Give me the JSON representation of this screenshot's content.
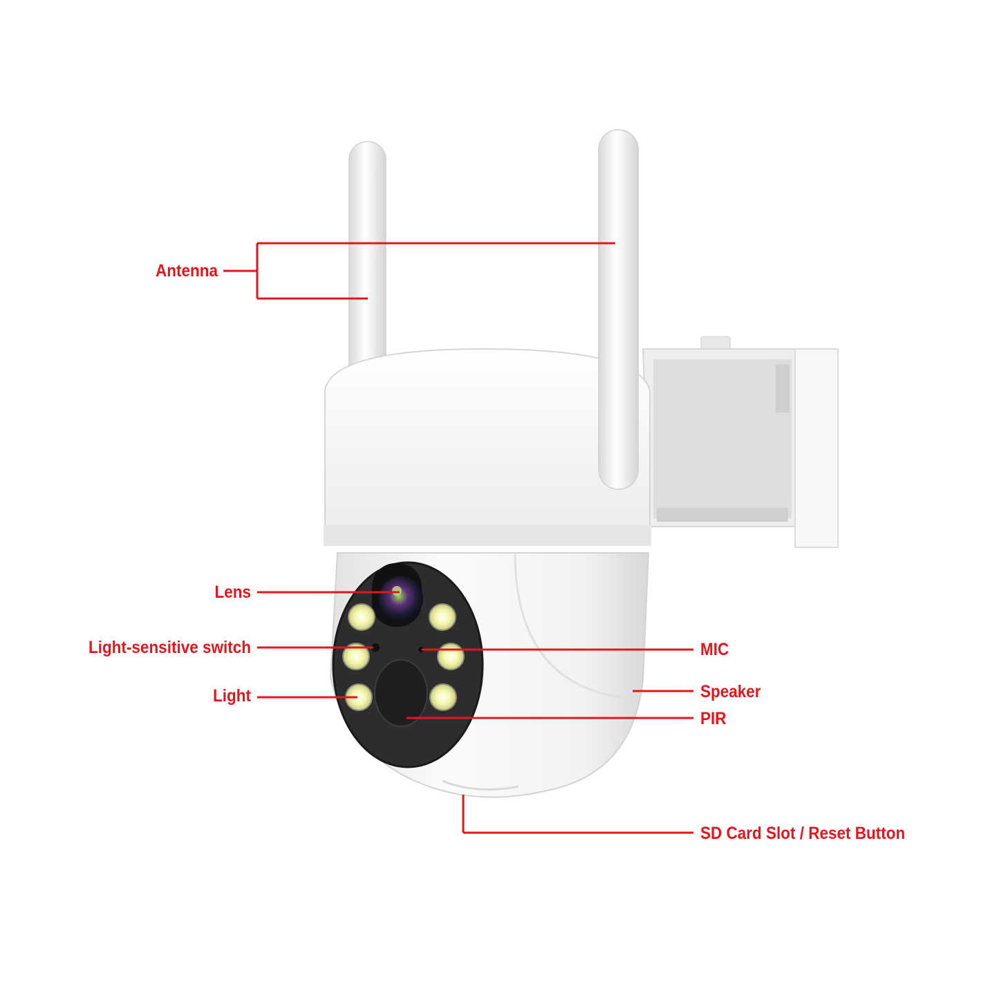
{
  "labels": {
    "antenna": "Antenna",
    "lens": "Lens",
    "light_sensitive_switch": "Light-sensitive switch",
    "light": "Light",
    "mic": "MIC",
    "speaker": "Speaker",
    "pir": "PIR",
    "sd_card": "SD Card Slot / Reset Button"
  },
  "colors": {
    "callout": "#e4151b",
    "camera_body": "#f4f4f4",
    "face_plate": "#2d2d2f",
    "led": "#f4f6a8"
  }
}
